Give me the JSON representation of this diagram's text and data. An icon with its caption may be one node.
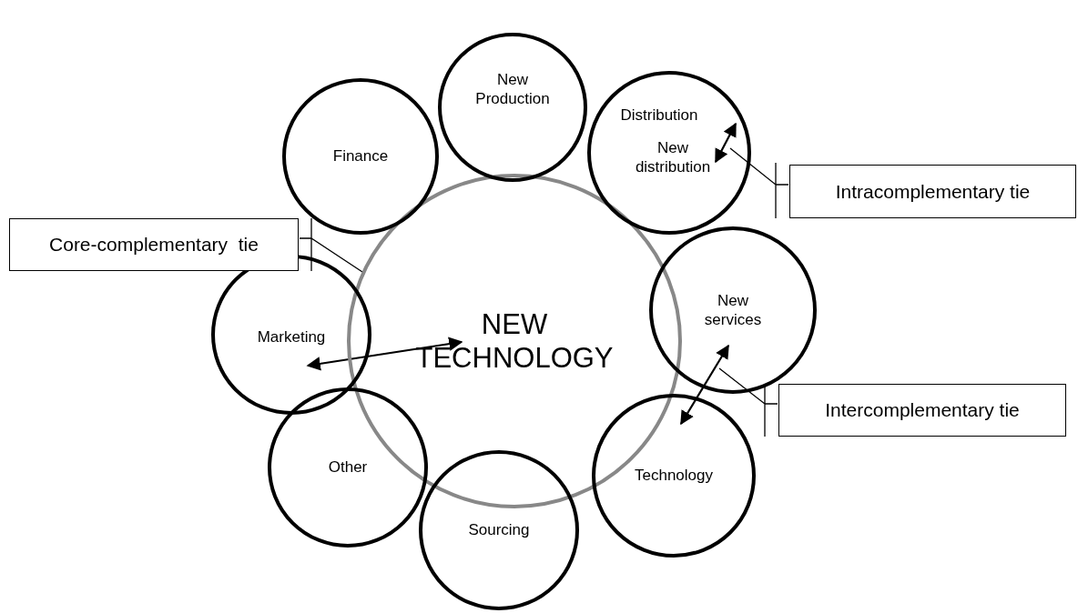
{
  "diagram": {
    "nodes": [
      {
        "text": [
          "NEW TECHNOLOGY"
        ]
      },
      {
        "text": [
          "New Production"
        ]
      },
      {
        "text": [],
        "shape": "circle"
      },
      {
        "text": [
          "Distribution"
        ],
        "in": 2
      },
      {
        "text": [
          "New distribution"
        ],
        "in": 2
      },
      {
        "text": [
          "Finance"
        ]
      },
      {
        "text": [
          "Marketing"
        ]
      },
      {
        "text": [
          "New services"
        ]
      },
      {
        "text": [
          "Other"
        ]
      },
      {
        "text": [
          "Technology"
        ]
      },
      {
        "text": [
          "Sourcing"
        ]
      },
      {
        "text": [
          "Core-complementary  tie"
        ]
      },
      {
        "text": [
          "Intracomplementary tie"
        ]
      },
      {
        "text": [
          "Intercomplementary tie"
        ]
      }
    ],
    "edges": [
      {
        "from": 6,
        "to": 0,
        "arrow": "both"
      },
      {
        "from": 3,
        "to": 4,
        "arrow": "both"
      },
      {
        "from": 7,
        "to": 9,
        "arrow": "both"
      },
      {
        "from": 11,
        "to": 6,
        "arrow": "none"
      },
      {
        "from": 12,
        "to": 4,
        "arrow": "none"
      },
      {
        "from": 13,
        "to": 7,
        "arrow": "none"
      }
    ]
  }
}
